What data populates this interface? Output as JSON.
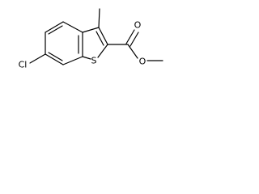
{
  "molecule": {
    "atoms": {
      "chlorine": "Cl",
      "sulfur": "S",
      "carbonyl_oxygen": "O",
      "ester_oxygen": "O"
    }
  },
  "colors": {
    "bond": "#000000",
    "label": "#000000",
    "background": "#ffffff"
  }
}
